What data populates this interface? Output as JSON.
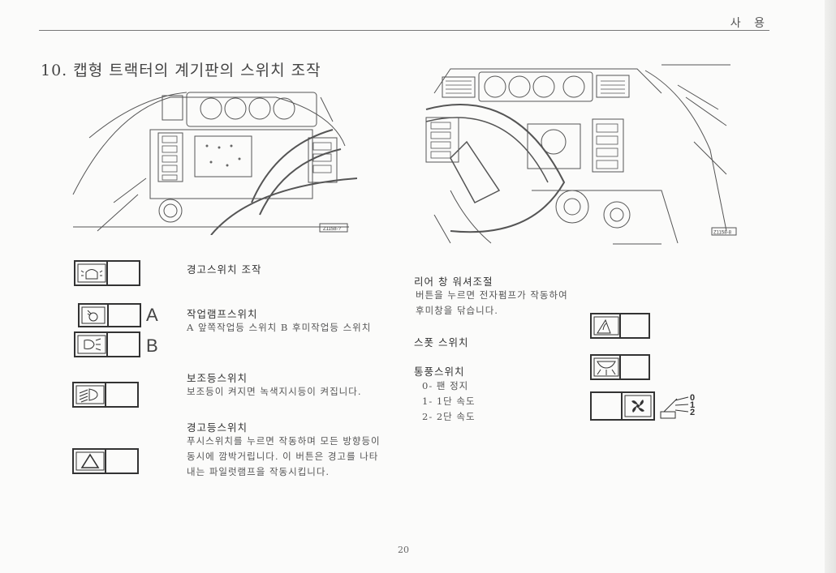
{
  "header": {
    "section": "사 용"
  },
  "title": "10. 캡형 트랙터의 계기판의 스위치 조작",
  "figures": {
    "left_code": "Z1158-?",
    "right_code": "Z1158-8"
  },
  "labels": {
    "a": "A",
    "b": "B",
    "fan_levels": [
      "0",
      "1",
      "2"
    ]
  },
  "left_column": {
    "hazard_heading": "경고스위치 조작",
    "work_lamp_heading": "작업램프스위치",
    "work_lamp_text": "A 앞쪽작업등 스위치 B 후미작업등 스위치",
    "aux_heading": "보조등스위치",
    "aux_text": "보조등이 켜지면 녹색지시등이 켜집니다.",
    "warning_heading": "경고등스위치",
    "warning_lines": [
      "푸시스위치를 누르면 작동하며 모든 방향등이",
      "동시에 깜박거립니다. 이 버튼은 경고를 나타",
      "내는 파일럿램프을 작동시킵니다."
    ]
  },
  "right_column": {
    "wiper_heading": "리어 창 워셔조절",
    "wiper_lines": [
      "버튼을 누르면 전자펌프가 작동하여",
      "후미창을 닦습니다."
    ],
    "spot_heading": "스폿 스위치",
    "fan_heading": "통풍스위치",
    "fan_lines": [
      "0- 팬 정지",
      "1- 1단 속도",
      "2- 2단 속도"
    ]
  },
  "page_number": "20"
}
